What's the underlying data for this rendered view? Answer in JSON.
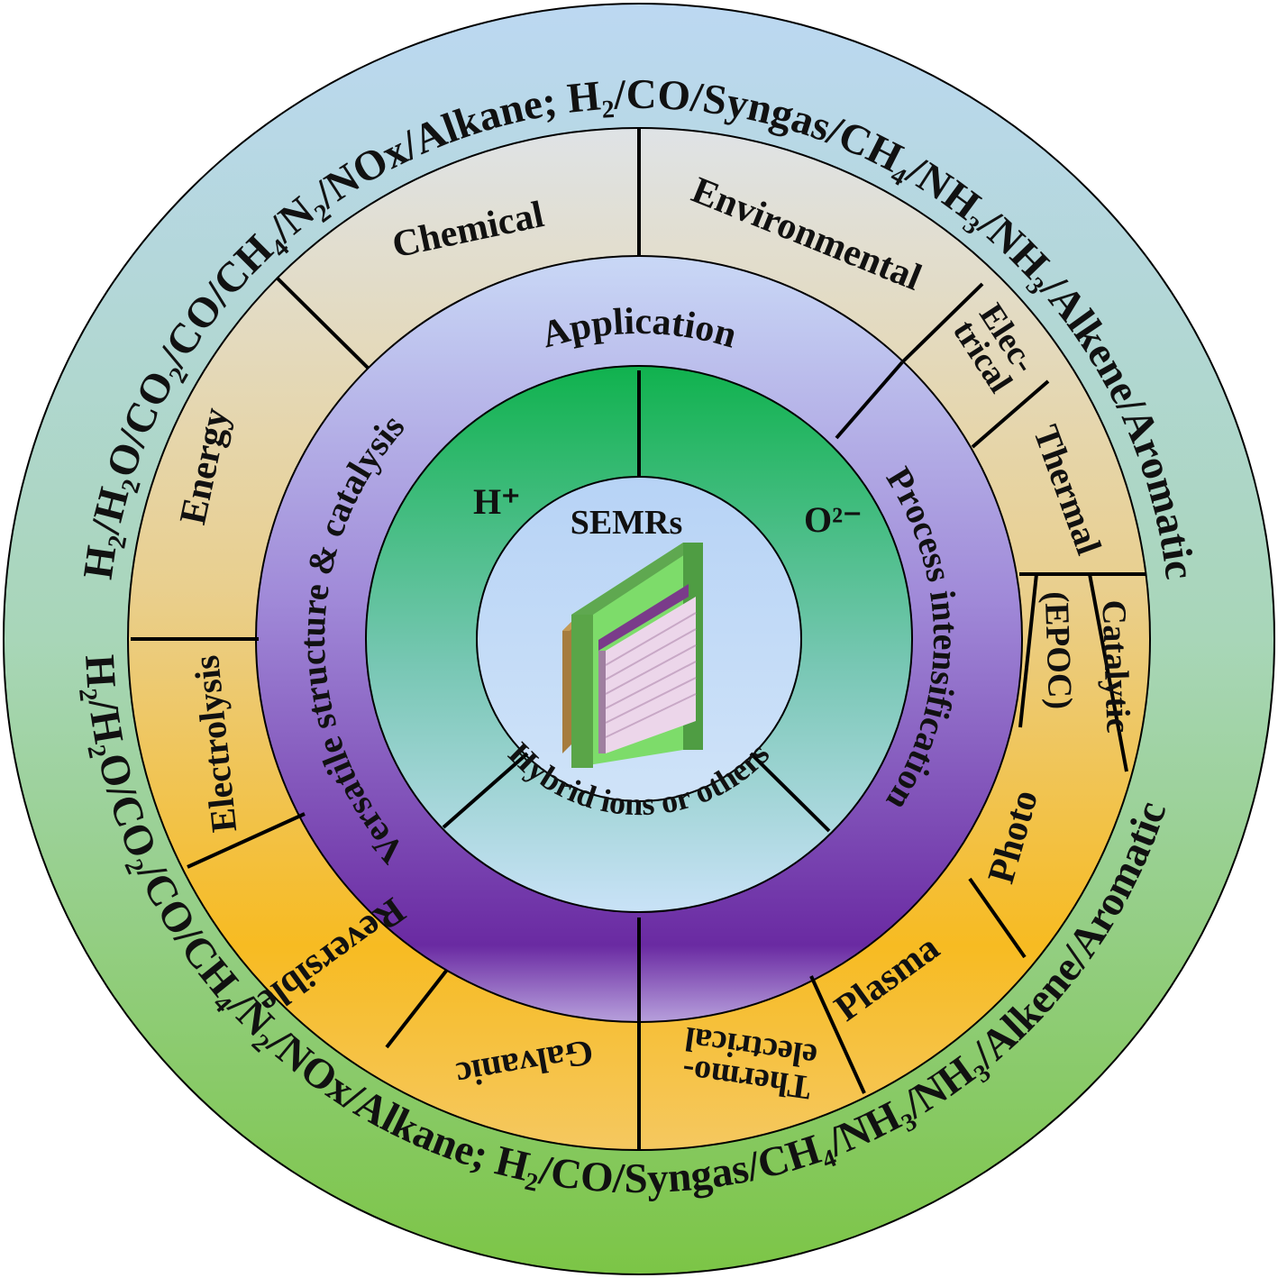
{
  "center": {
    "title": "SEMRs"
  },
  "ions": {
    "proton": "H⁺",
    "oxide": "O²⁻",
    "hybrid": "Hybrid ions or others"
  },
  "ring_purple": {
    "application": "Application",
    "process": "Process intensification",
    "versatile": "Versatile structure & catalysis"
  },
  "ring_applications": {
    "chemical": "Chemical",
    "environmental": "Environmental",
    "energy": "Energy",
    "electrical_line1": "Elec-",
    "electrical_line2": "trical",
    "thermal": "Thermal",
    "catalytic_line1": "Catalytic",
    "catalytic_line2": "(EPOC)",
    "photo": "Photo",
    "plasma": "Plasma",
    "thermoelectrical_line1": "Thermo-",
    "thermoelectrical_line2": "electrical",
    "galvanic": "Galvanic",
    "reversible": "Reversible",
    "electrolysis": "Electrolysis"
  },
  "outer_ring": {
    "top_text": "H₂/H₂O/CO₂/CO/CH₄/N₂/NOx/Alkane; H₂/CO/Syngas/CH₄/NH₃/NH₃/Alkene/Aromatic",
    "bottom_text": "H₂/H₂O/CO₂/CO/CH₄/N₂/NOx/Alkane; H₂/CO/Syngas/CH₄/NH₃/NH₃/Alkene/Aromatic"
  },
  "colors": {
    "outer_top": "#b9d7f0",
    "outer_bottom": "#7dc64a",
    "app_top": "#d9e0e8",
    "app_bottom": "#f4b81c",
    "purple_top": "#c3d3f4",
    "purple_bottom": "#6a2ca0",
    "ion_green": "#12b45a",
    "center_fill": "#b9d5f5"
  }
}
